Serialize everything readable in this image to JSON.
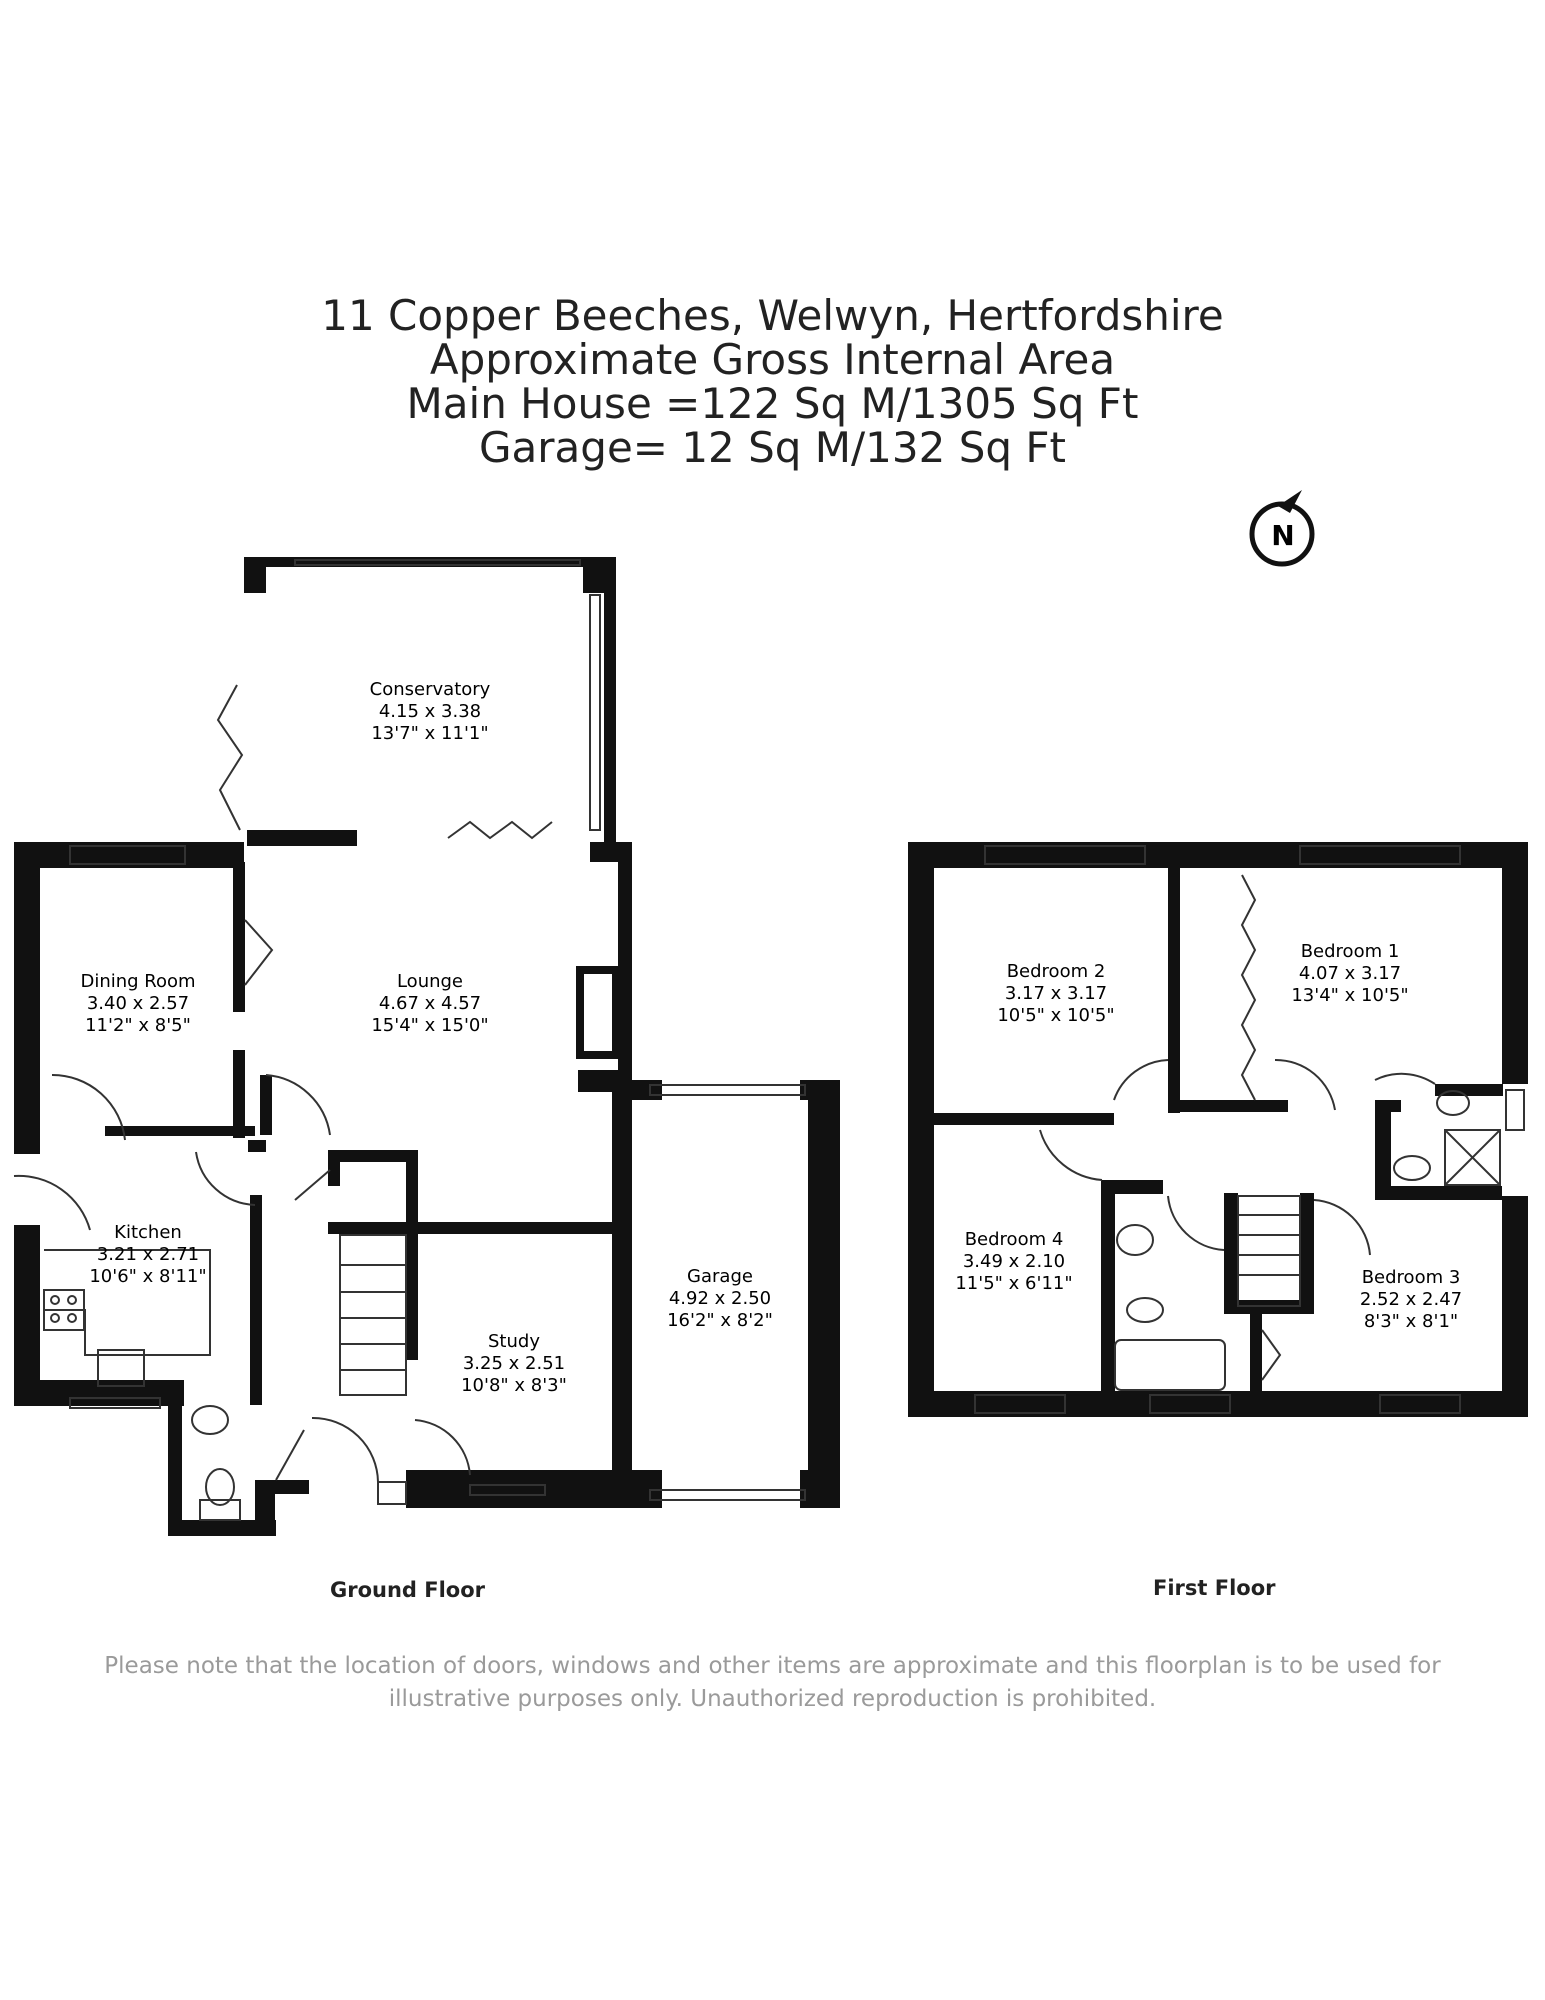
{
  "header": {
    "address": "11 Copper Beeches, Welwyn, Hertfordshire",
    "area_title": "Approximate Gross Internal Area",
    "main_house": "Main House =122 Sq M/1305 Sq Ft",
    "garage": "Garage=  12 Sq M/132 Sq Ft"
  },
  "compass": {
    "label": "N"
  },
  "ground_floor": {
    "label": "Ground Floor",
    "rooms": {
      "conservatory": {
        "name": "Conservatory",
        "metric": "4.15 x 3.38",
        "imperial": "13'7\" x 11'1\""
      },
      "dining_room": {
        "name": "Dining Room",
        "metric": "3.40 x 2.57",
        "imperial": "11'2\" x 8'5\""
      },
      "lounge": {
        "name": "Lounge",
        "metric": "4.67 x 4.57",
        "imperial": "15'4\" x 15'0\""
      },
      "kitchen": {
        "name": "Kitchen",
        "metric": "3.21 x 2.71",
        "imperial": "10'6\" x 8'11\""
      },
      "study": {
        "name": "Study",
        "metric": "3.25 x 2.51",
        "imperial": "10'8\" x 8'3\""
      },
      "garage": {
        "name": "Garage",
        "metric": "4.92 x 2.50",
        "imperial": "16'2\" x 8'2\""
      }
    }
  },
  "first_floor": {
    "label": "First Floor",
    "rooms": {
      "bedroom2": {
        "name": "Bedroom 2",
        "metric": "3.17 x 3.17",
        "imperial": "10'5\" x 10'5\""
      },
      "bedroom1": {
        "name": "Bedroom 1",
        "metric": "4.07 x 3.17",
        "imperial": "13'4\" x 10'5\""
      },
      "bedroom4": {
        "name": "Bedroom 4",
        "metric": "3.49 x 2.10",
        "imperial": "11'5\" x 6'11\""
      },
      "bedroom3": {
        "name": "Bedroom 3",
        "metric": "2.52 x 2.47",
        "imperial": "8'3\" x 8'1\""
      }
    }
  },
  "disclaimer": "Please note that the location of doors, windows and other items are approximate and this floorplan is to be used for illustrative purposes only. Unauthorized reproduction is prohibited."
}
